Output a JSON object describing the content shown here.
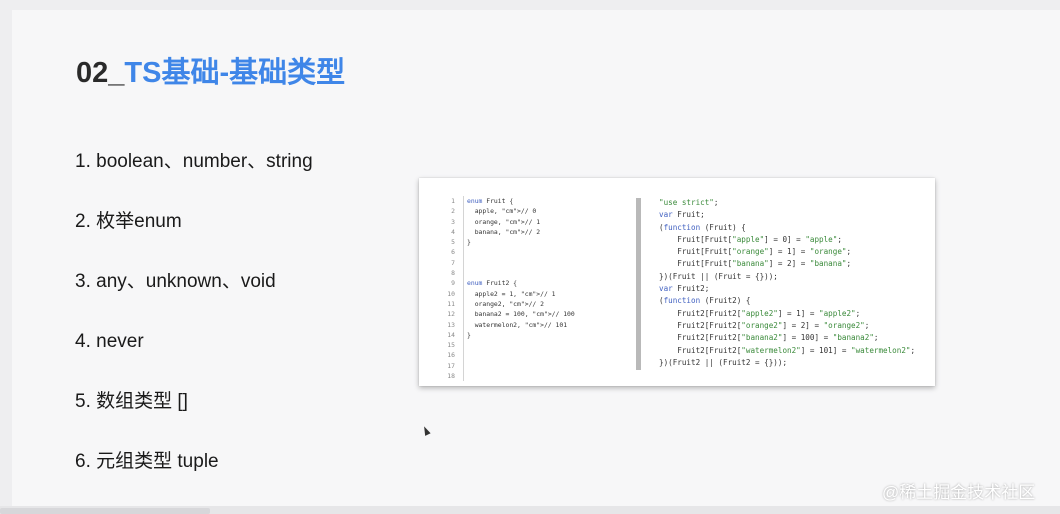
{
  "title": {
    "number": "02",
    "underscore": "_",
    "text": "TS基础-基础类型"
  },
  "list": [
    "1. boolean、number、string",
    "2. 枚举enum",
    "3. any、unknown、void",
    "4. never",
    "5. 数组类型 []",
    "6. 元组类型 tuple"
  ],
  "code_left": {
    "line_numbers": [
      "1",
      "2",
      "3",
      "4",
      "5",
      "6",
      "7",
      "8",
      "9",
      "10",
      "11",
      "12",
      "13",
      "14",
      "15",
      "16",
      "17",
      "18"
    ],
    "lines": [
      "enum Fruit {",
      "  apple, // 0",
      "  orange, // 1",
      "  banana, // 2",
      "}",
      "",
      "",
      "",
      "enum Fruit2 {",
      "  apple2 = 1, // 1",
      "  orange2, // 2",
      "  banana2 = 100, // 100",
      "  watermelon2, // 101",
      "}",
      "",
      "",
      "",
      ""
    ]
  },
  "code_right": {
    "lines": [
      "\"use strict\";",
      "var Fruit;",
      "(function (Fruit) {",
      "    Fruit[Fruit[\"apple\"] = 0] = \"apple\";",
      "    Fruit[Fruit[\"orange\"] = 1] = \"orange\";",
      "    Fruit[Fruit[\"banana\"] = 2] = \"banana\";",
      "})(Fruit || (Fruit = {}));",
      "var Fruit2;",
      "(function (Fruit2) {",
      "    Fruit2[Fruit2[\"apple2\"] = 1] = \"apple2\";",
      "    Fruit2[Fruit2[\"orange2\"] = 2] = \"orange2\";",
      "    Fruit2[Fruit2[\"banana2\"] = 100] = \"banana2\";",
      "    Fruit2[Fruit2[\"watermelon2\"] = 101] = \"watermelon2\";",
      "})(Fruit2 || (Fruit2 = {}));"
    ]
  },
  "watermark": "@稀土掘金技术社区",
  "colors": {
    "accent": "#3f86e8",
    "keyword": "#4060c0",
    "string": "#3a8a3a"
  }
}
